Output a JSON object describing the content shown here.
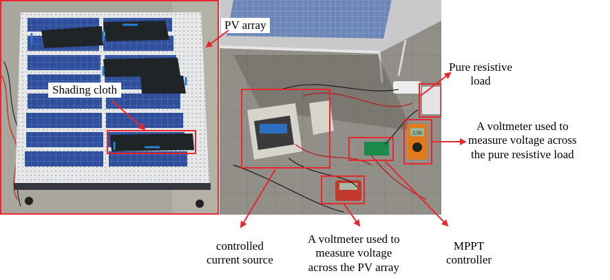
{
  "labels": {
    "pv_array": "PV array",
    "shading_cloth": "Shading cloth",
    "pure_resistive_load_1": "Pure resistive",
    "pure_resistive_load_2": "load",
    "voltmeter_load_1": "A voltmeter used to",
    "voltmeter_load_2": "measure voltage across",
    "voltmeter_load_3": "the pure resistive load",
    "controlled_source_1": "controlled",
    "controlled_source_2": "current source",
    "voltmeter_pv_1": "A voltmeter used to",
    "voltmeter_pv_2": "measure voltage",
    "voltmeter_pv_3": "across the PV array",
    "mppt_1": "MPPT",
    "mppt_2": "controller"
  },
  "meter_reading": "3.99",
  "colors": {
    "annotation": "#e8262b",
    "panel_blue": "#2f4f9c",
    "frame": "#e9e9ea",
    "tape": "#2a7fd6",
    "cloth": "#1e2326",
    "pavement": "#a8a59c"
  }
}
